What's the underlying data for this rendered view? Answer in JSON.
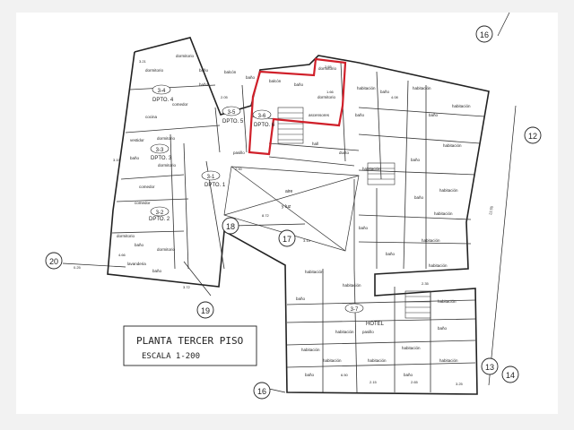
{
  "plan": {
    "title": "PLANTA TERCER PISO",
    "scale": "ESCALA 1-200",
    "highlight_color": "#d0202a",
    "grid_markers": [
      "16",
      "12",
      "20",
      "18",
      "17",
      "19",
      "16",
      "13",
      "14"
    ],
    "unit_labels": [
      "3-4",
      "DPTO. 4",
      "3-3",
      "DPTO. 3",
      "3-2",
      "DPTO. 2",
      "3-1",
      "DPTO. 1",
      "3-5",
      "DPTO. 5",
      "3-6",
      "DPTO. 6",
      "3-7",
      "HOTEL"
    ],
    "room_labels": {
      "dormitorio": "dormitorio",
      "baño": "baño",
      "comedor": "comedor",
      "cocina": "cocina",
      "vestidor": "vestidor",
      "balcón": "balcón",
      "habitación": "habitación",
      "pasillo": "pasillo",
      "hall": "hall",
      "ducto": "ducto",
      "ascensores": "ascensores",
      "aire": "aire",
      "luz": "y luz",
      "lavanderia": "lavanderia",
      "estar": "estar"
    },
    "dims": [
      "3.21",
      "2.05",
      "2.55",
      "1.66",
      "22.55",
      "8.72",
      "3.15",
      "2.90",
      "0.25",
      "3.72",
      "4.66",
      "2.15",
      "2.65",
      "3.25",
      "2.35",
      "4.08",
      "6.50",
      "3.15"
    ]
  }
}
